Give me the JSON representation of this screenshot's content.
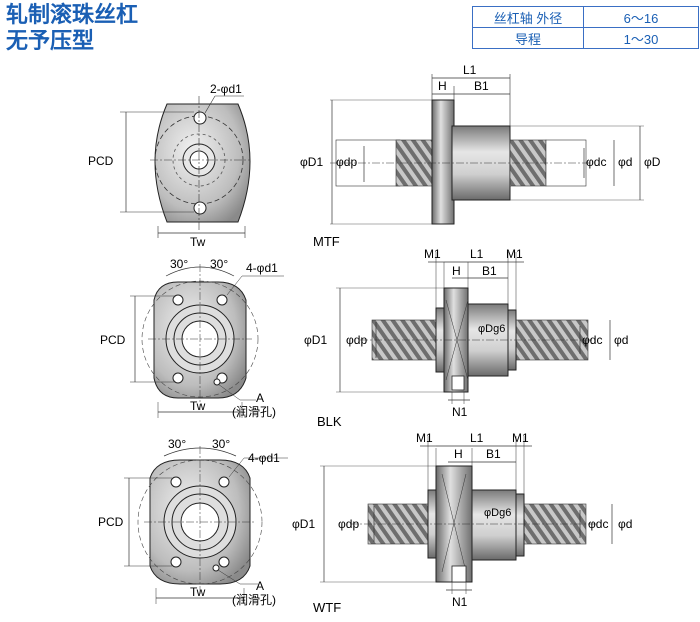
{
  "title": {
    "line1": "轧制滚珠丝杠",
    "line2": "无予压型"
  },
  "spec_table": [
    {
      "label": "丝杠轴 外径",
      "value": "6～16"
    },
    {
      "label": "导程",
      "value": "1～30"
    }
  ],
  "labels": {
    "pcd": "PCD",
    "tw": "Tw",
    "hole2": "2-φd1",
    "hole4": "4-φd1",
    "angle": "30°",
    "a": "A",
    "lube": "(润滑孔)",
    "L1": "L1",
    "B1": "B1",
    "H": "H",
    "M1": "M1",
    "N1": "N1",
    "D1": "φD1",
    "dp": "φdp",
    "dc": "φdc",
    "d": "φd",
    "D": "φD",
    "Dg6": "φDg6"
  },
  "models": {
    "mtf": "MTF",
    "blk": "BLK",
    "wtf": "WTF"
  },
  "colors": {
    "title": "#1a5fb4",
    "table_border": "#3a6fc4",
    "thread": "#8a8a8a",
    "flange": "#9a9a9a"
  }
}
